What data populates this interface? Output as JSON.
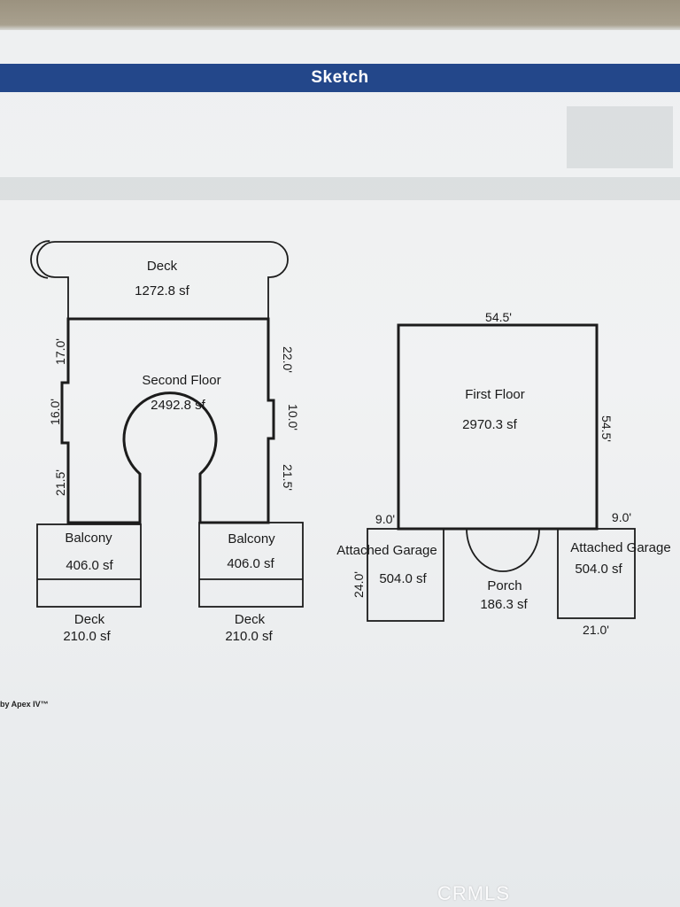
{
  "header": {
    "title": "Sketch"
  },
  "second_floor_sketch": {
    "deck_top": {
      "name": "Deck",
      "area": "1272.8 sf"
    },
    "second_floor": {
      "name": "Second Floor",
      "area": "2492.8 sf"
    },
    "dims_left": [
      "17.0'",
      "16.0'",
      "21.5'"
    ],
    "dims_right": [
      "22.0'",
      "10.0'",
      "21.5'"
    ],
    "balcony_left": {
      "name": "Balcony",
      "area": "406.0 sf"
    },
    "balcony_right": {
      "name": "Balcony",
      "area": "406.0 sf"
    },
    "deck_left": {
      "name": "Deck",
      "area": "210.0 sf"
    },
    "deck_right": {
      "name": "Deck",
      "area": "210.0 sf"
    }
  },
  "first_floor_sketch": {
    "first_floor": {
      "name": "First Floor",
      "area": "2970.3 sf"
    },
    "dim_top": "54.5'",
    "dim_right": "54.5'",
    "dim_left_offset": "9.0'",
    "dim_right_offset": "9.0'",
    "garage_left": {
      "name": "Attached Garage",
      "area": "504.0 sf",
      "dim": "24.0'"
    },
    "garage_right": {
      "name": "Attached Garage",
      "area": "504.0 sf",
      "dim": "21.0'"
    },
    "porch": {
      "name": "Porch",
      "area": "186.3 sf"
    }
  },
  "footer": {
    "credit": "by Apex IV™"
  },
  "watermark": {
    "text": "CRMLS"
  },
  "colors": {
    "header_band": "#23478a",
    "header_text": "#ffffff",
    "line": "#1c1c1c"
  }
}
